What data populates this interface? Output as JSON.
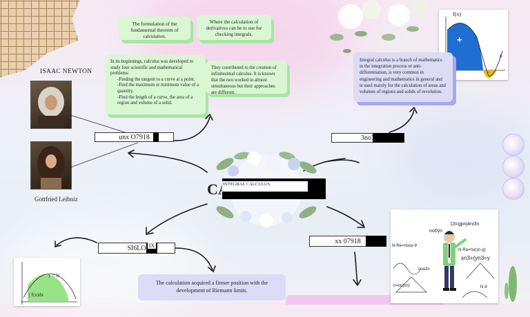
{
  "names": {
    "newton": "ISAAC NEWTON",
    "leibniz": "Gottfried Leibniz"
  },
  "notes": {
    "fundamental_theorem": "The formulation of the fundamental theorem of calculation.",
    "derivatives": "Where the calculation of derivatives can be to use for checking integrals.",
    "beginnings_intro": "In its beginnings, calculus was developed to study four scientific and mathematical problems:",
    "beginnings_list": [
      "-Finding the tangent to a curve at a point.",
      "-Find the maximum or minimum value of a quantity.",
      "-Find the length of a curve, the area of a region and volume of a solid."
    ],
    "contribution": "They contributed to the creation of infinitesimal calculus. It is known that the two worked in almost simultaneous but their approaches are different.",
    "integral": "Integral calculus is a branch of mathematics in the integration process or anti-differentiation, is very common in engineering and mathematics in general and is used mainly for the calculation of areas and volumes of regions and solids of revolution.",
    "riemann": "The calculation acquired a firmer position with the development of Riemann limits."
  },
  "labels": {
    "label_left_top": "unx O7918",
    "label_right_top": "3no7",
    "label_left_bottom": "SI6LO",
    "label_left_bottom_suffix": "IX",
    "label_right_bottom": "xx 07918",
    "center_small": "INTEGRAL CALCULUS",
    "center_big": "CÁ"
  },
  "graph_top": {
    "fx_label": "f(x)",
    "plus": "+",
    "minus": "−",
    "b": "b"
  },
  "graph_bottom": {
    "y_label": "y = fx",
    "integral": "∫ f(x)dx"
  },
  "board": {
    "eq1": "13=gpnj4ni3n",
    "eq2": "no0yn",
    "eq3": "N-Re=noxa-9",
    "eq4": "N-Ra=no(xn-g)",
    "eq5": "xn3+{yn3=y",
    "eq6": "noa3n",
    "eq7": "n=no(xn)",
    "eq8": "N-9"
  },
  "colors": {
    "green_note": "#d8f7d2",
    "green_shadow": "#a8e6a4",
    "lavender_note": "#dcdcf7",
    "lavender_shadow": "#a9a7ee",
    "graph_blue": "#1e6fd1",
    "graph_yellow": "#f2b821"
  }
}
